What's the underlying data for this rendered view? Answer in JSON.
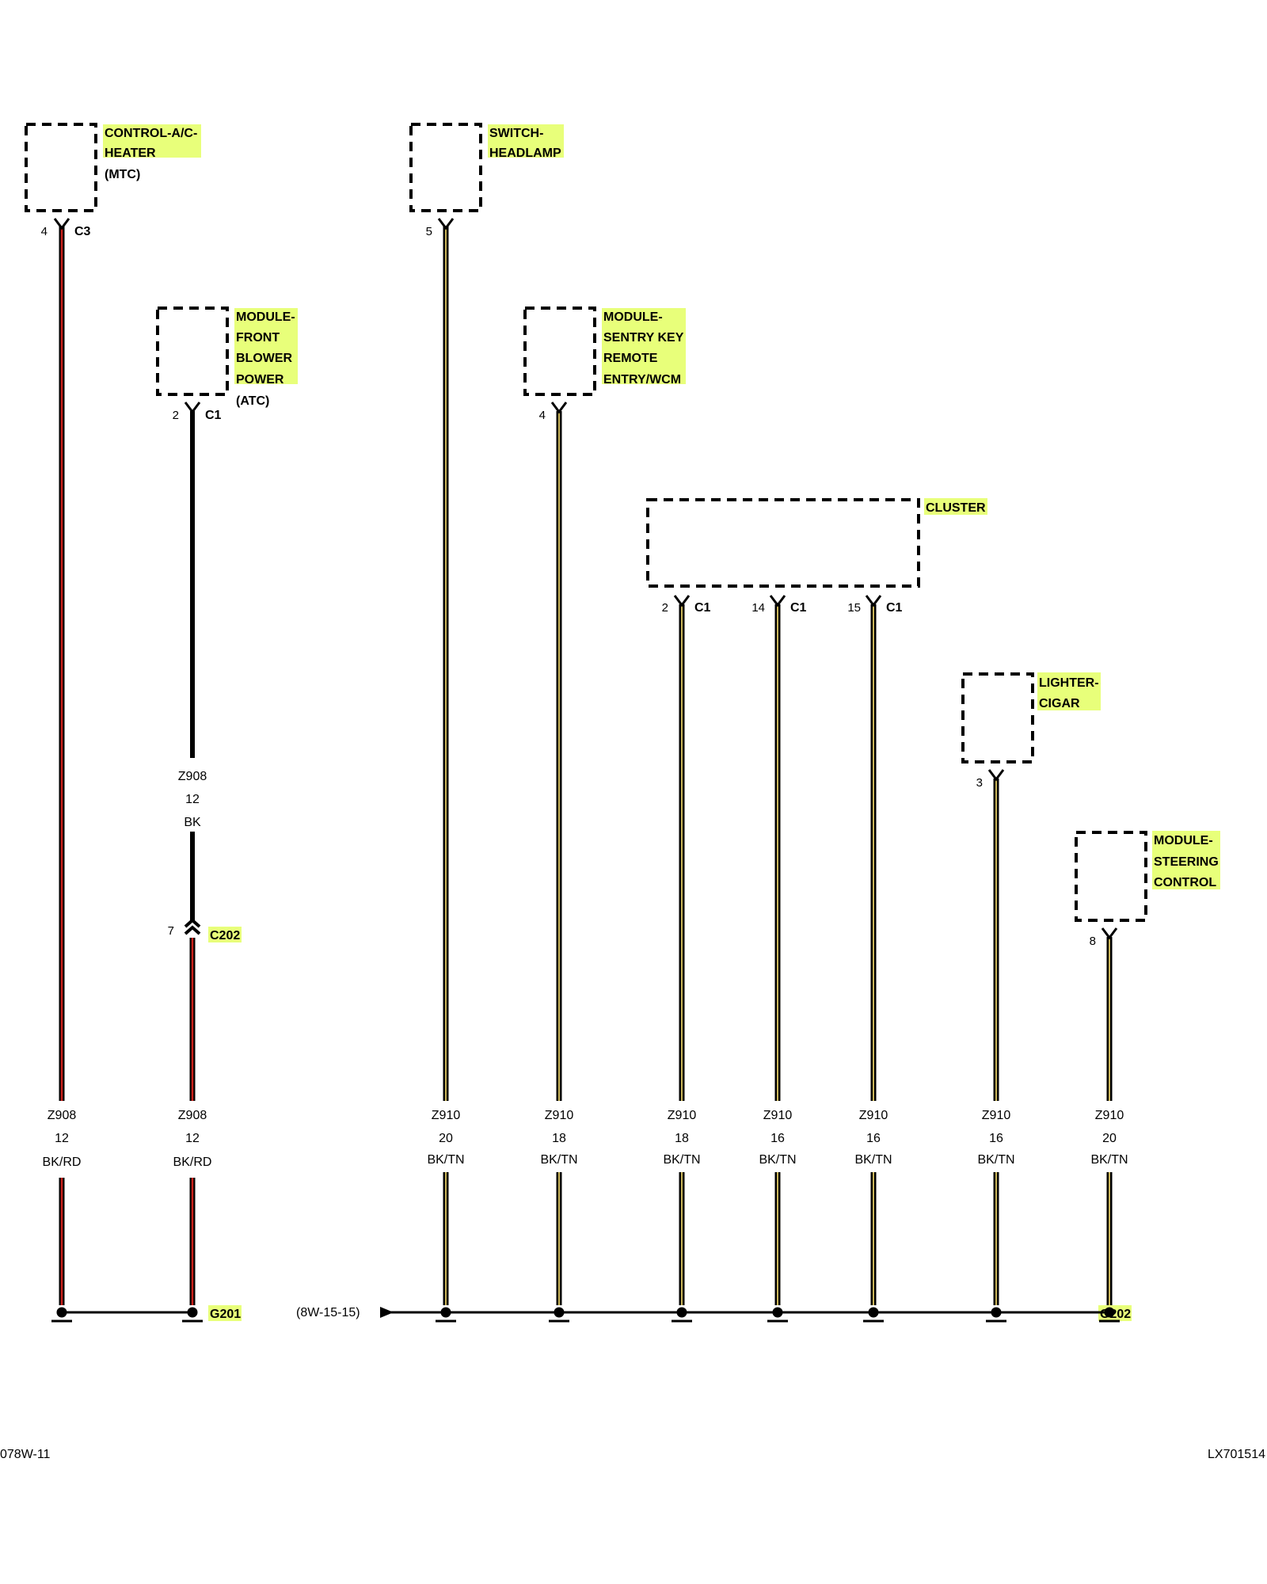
{
  "colors": {
    "highlight": "#e8ff7a",
    "black": "#000000",
    "red": "#c8201a",
    "tan": "#c9b458"
  },
  "components": {
    "control_ac": {
      "lines": [
        "CONTROL-A/C-",
        "HEATER"
      ],
      "sub": "(MTC)",
      "pin": "4",
      "conn": "C3"
    },
    "blower": {
      "lines": [
        "MODULE-",
        "FRONT",
        "BLOWER",
        "POWER"
      ],
      "sub": "(ATC)",
      "pin": "2",
      "conn": "C1"
    },
    "headlamp": {
      "lines": [
        "SWITCH-",
        "HEADLAMP"
      ],
      "pin": "5"
    },
    "sentry": {
      "lines": [
        "MODULE-",
        "SENTRY KEY",
        "REMOTE",
        "ENTRY/WCM"
      ],
      "pin": "4"
    },
    "cluster": {
      "lines": [
        "CLUSTER"
      ],
      "pins": [
        {
          "pin": "2",
          "conn": "C1"
        },
        {
          "pin": "14",
          "conn": "C1"
        },
        {
          "pin": "15",
          "conn": "C1"
        }
      ]
    },
    "lighter": {
      "lines": [
        "LIGHTER-",
        "CIGAR"
      ],
      "pin": "3"
    },
    "steering": {
      "lines": [
        "MODULE-",
        "STEERING",
        "CONTROL"
      ],
      "pin": "8"
    }
  },
  "inline_connector": {
    "pin": "7",
    "name": "C202"
  },
  "wires": [
    {
      "circuit": "Z908",
      "gauge": "12",
      "color": "BK/RD"
    },
    {
      "circuit": "Z908",
      "gauge": "12",
      "color": "BK"
    },
    {
      "circuit": "Z908",
      "gauge": "12",
      "color": "BK/RD"
    },
    {
      "circuit": "Z910",
      "gauge": "20",
      "color": "BK/TN"
    },
    {
      "circuit": "Z910",
      "gauge": "18",
      "color": "BK/TN"
    },
    {
      "circuit": "Z910",
      "gauge": "18",
      "color": "BK/TN"
    },
    {
      "circuit": "Z910",
      "gauge": "16",
      "color": "BK/TN"
    },
    {
      "circuit": "Z910",
      "gauge": "16",
      "color": "BK/TN"
    },
    {
      "circuit": "Z910",
      "gauge": "16",
      "color": "BK/TN"
    },
    {
      "circuit": "Z910",
      "gauge": "20",
      "color": "BK/TN"
    }
  ],
  "grounds": {
    "left": "G201",
    "right": "G202",
    "reference": "(8W-15-15)"
  },
  "footer": {
    "left": "078W-11",
    "right": "LX701514"
  }
}
